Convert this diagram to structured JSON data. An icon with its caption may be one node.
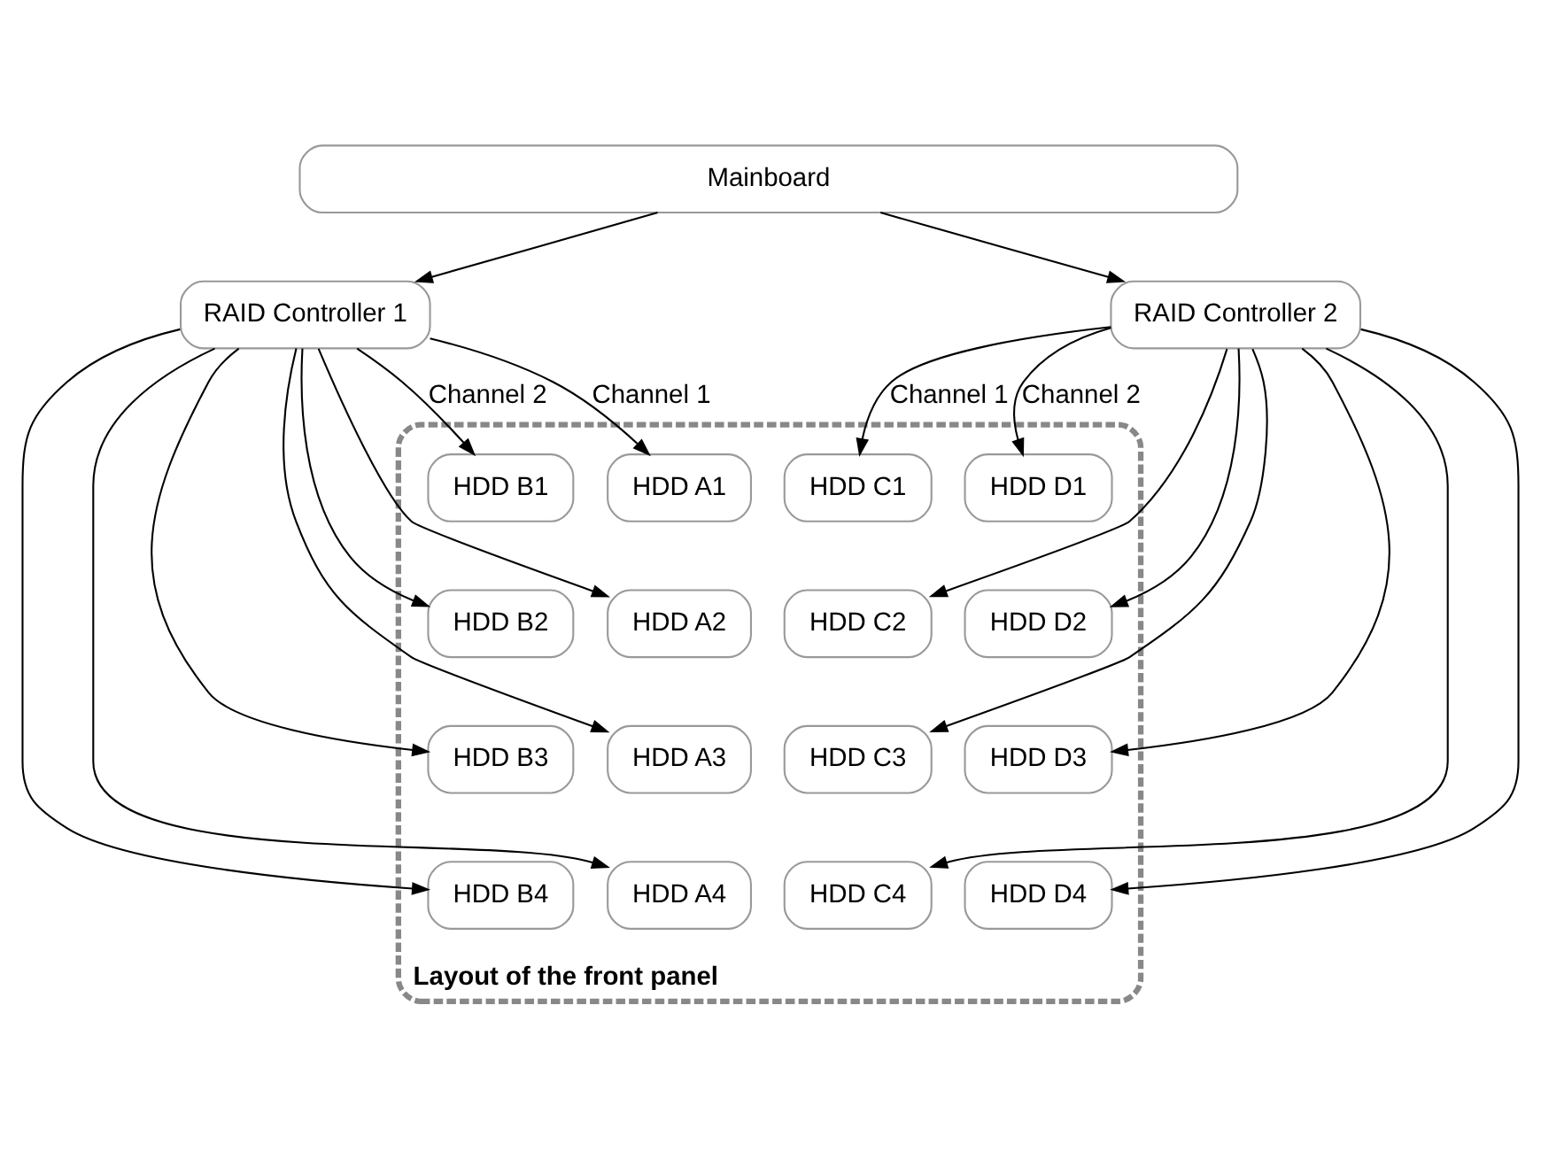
{
  "diagram": {
    "nodes": [
      {
        "text": [
          "Mainboard"
        ]
      },
      {
        "text": [
          "RAID Controller 1"
        ]
      },
      {
        "text": [
          "RAID Controller 2"
        ]
      },
      {
        "text": [
          "Layout of the front panel"
        ]
      },
      {
        "text": [
          "HDD A1"
        ],
        "in": 3
      },
      {
        "text": [
          "HDD B1"
        ],
        "in": 3
      },
      {
        "text": [
          "HDD C1"
        ],
        "in": 3
      },
      {
        "text": [
          "HDD D1"
        ],
        "in": 3
      },
      {
        "text": [
          "HDD A2"
        ],
        "in": 3
      },
      {
        "text": [
          "HDD B2"
        ],
        "in": 3
      },
      {
        "text": [
          "HDD C2"
        ],
        "in": 3
      },
      {
        "text": [
          "HDD D2"
        ],
        "in": 3
      },
      {
        "text": [
          "HDD A3"
        ],
        "in": 3
      },
      {
        "text": [
          "HDD B3"
        ],
        "in": 3
      },
      {
        "text": [
          "HDD C3"
        ],
        "in": 3
      },
      {
        "text": [
          "HDD D3"
        ],
        "in": 3
      },
      {
        "text": [
          "HDD A4"
        ],
        "in": 3
      },
      {
        "text": [
          "HDD B4"
        ],
        "in": 3
      },
      {
        "text": [
          "HDD C4"
        ],
        "in": 3
      },
      {
        "text": [
          "HDD D4"
        ],
        "in": 3
      }
    ],
    "edges": [
      {
        "from": 0,
        "to": 1,
        "arrow": "to"
      },
      {
        "from": 0,
        "to": 2,
        "arrow": "to"
      },
      {
        "from": 1,
        "to": 4,
        "arrow": "to",
        "label": "Channel 1"
      },
      {
        "from": 1,
        "to": 8,
        "arrow": "to"
      },
      {
        "from": 1,
        "to": 12,
        "arrow": "to"
      },
      {
        "from": 1,
        "to": 16,
        "arrow": "to"
      },
      {
        "from": 1,
        "to": 5,
        "arrow": "to",
        "label": "Channel 2"
      },
      {
        "from": 1,
        "to": 9,
        "arrow": "to"
      },
      {
        "from": 1,
        "to": 13,
        "arrow": "to"
      },
      {
        "from": 1,
        "to": 17,
        "arrow": "to"
      },
      {
        "from": 2,
        "to": 6,
        "arrow": "to",
        "label": "Channel 1"
      },
      {
        "from": 2,
        "to": 10,
        "arrow": "to"
      },
      {
        "from": 2,
        "to": 14,
        "arrow": "to"
      },
      {
        "from": 2,
        "to": 18,
        "arrow": "to"
      },
      {
        "from": 2,
        "to": 7,
        "arrow": "to",
        "label": "Channel 2"
      },
      {
        "from": 2,
        "to": 11,
        "arrow": "to"
      },
      {
        "from": 2,
        "to": 15,
        "arrow": "to"
      },
      {
        "from": 2,
        "to": 19,
        "arrow": "to"
      }
    ]
  }
}
